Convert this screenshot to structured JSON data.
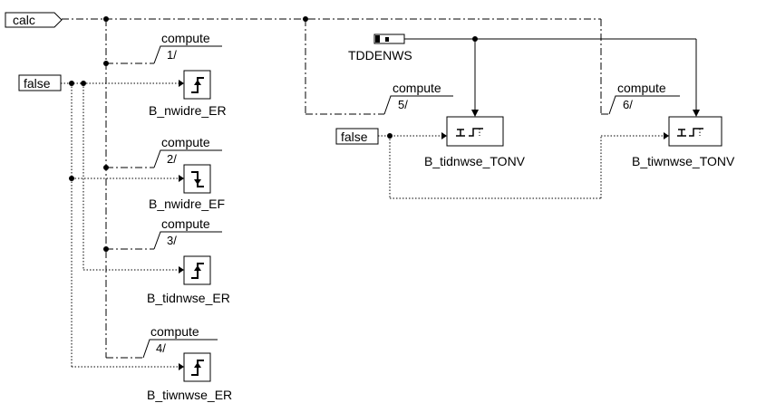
{
  "inputs": {
    "calc": "calc",
    "false_left": "false",
    "false_mid": "false"
  },
  "signal": {
    "tddenws": "TDDENWS"
  },
  "compute": {
    "c1": "compute",
    "n1": "1/",
    "c2": "compute",
    "n2": "2/",
    "c3": "compute",
    "n3": "3/",
    "c4": "compute",
    "n4": "4/",
    "c5": "compute",
    "n5": "5/",
    "c6": "compute",
    "n6": "6/"
  },
  "blocks": {
    "b_nwidre_er": "B_nwidre_ER",
    "b_nwidre_ef": "B_nwidre_EF",
    "b_tidnwse_er": "B_tidnwse_ER",
    "b_tiwnwse_er": "B_tiwnwse_ER",
    "b_tidnwse_tonv": "B_tidnwse_TONV",
    "b_tiwnwse_tonv": "B_tiwnwse_TONV"
  }
}
